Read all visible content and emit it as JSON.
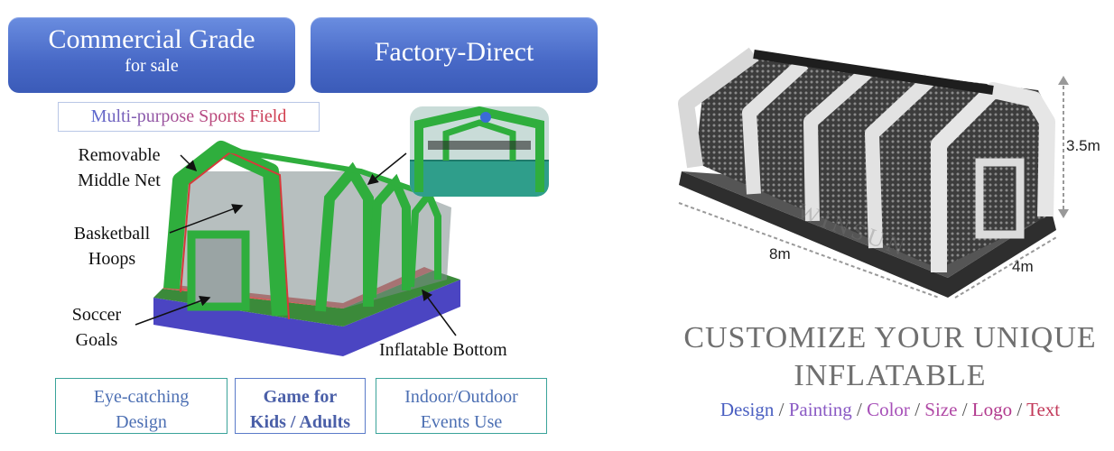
{
  "banners": {
    "commercial_title": "Commercial Grade",
    "commercial_sub": "for sale",
    "factory": "Factory-Direct"
  },
  "feature_title": "Multi-purpose Sports Field",
  "annotations": {
    "net_line1": "Removable",
    "net_line2": "Middle Net",
    "hoops_line1": "Basketball",
    "hoops_line2": "Hoops",
    "goals_line1": "Soccer",
    "goals_line2": "Goals",
    "bottom": "Inflatable Bottom"
  },
  "feature_boxes": [
    {
      "line1": "Eye-catching",
      "line2": "Design"
    },
    {
      "line1": "Game for",
      "line2": "Kids / Adults"
    },
    {
      "line1": "Indoor/Outdoor",
      "line2": "Events Use"
    }
  ],
  "dimensions": {
    "height": "3.5m",
    "length": "8m",
    "width": "4m"
  },
  "customize": {
    "line1": "CUSTOMIZE YOUR UNIQUE",
    "line2": "INFLATABLE",
    "tags": [
      "Design",
      "Painting",
      "Color",
      "Size",
      "Logo",
      "Text"
    ],
    "separator": "/"
  },
  "watermark": "WINSUN",
  "colors": {
    "banner_blue": "#4a6bc9",
    "inflatable_green": "#2fae3d",
    "inflatable_red": "#d63a3a",
    "inflatable_blue": "#4b45c2",
    "box_border": "#3aa39a",
    "tag_colors": [
      "#4a5fc1",
      "#8a5ac4",
      "#a64fb8",
      "#b14aa6",
      "#b23a8e",
      "#c23a5a"
    ]
  }
}
